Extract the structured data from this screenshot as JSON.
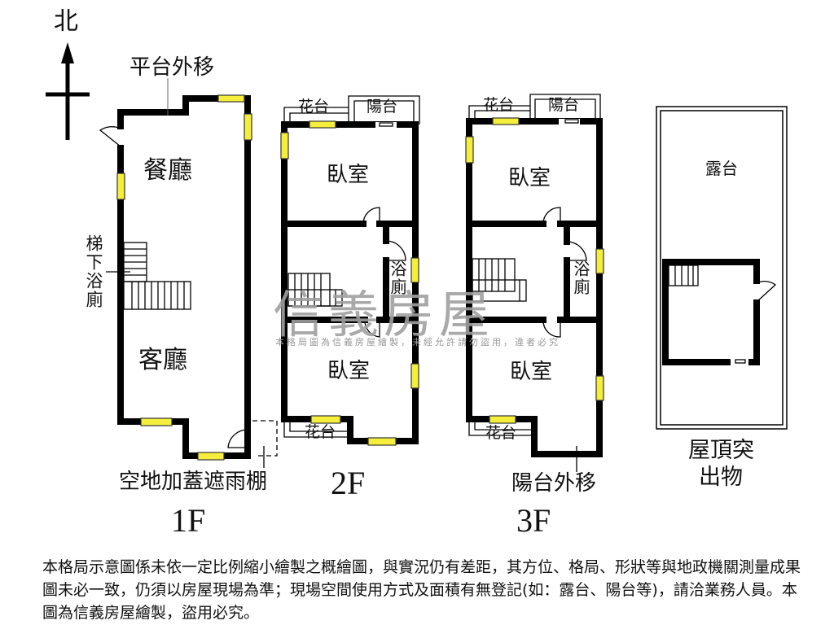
{
  "compass": {
    "label": "北",
    "icon": "north-arrow-icon"
  },
  "colors": {
    "wall": "#000000",
    "window": "#f5ef3c",
    "watermark": "#a0a0a0"
  },
  "floor_1f": {
    "label": "1F",
    "rooms": [
      "餐廳",
      "客廳"
    ],
    "annotations": {
      "platform_moved": "平台外移",
      "stair_bathroom": "梯下浴廁",
      "canopy": "空地加蓋遮雨棚"
    }
  },
  "floor_2f": {
    "label": "2F",
    "rooms": [
      "臥室",
      "浴廁",
      "臥室"
    ],
    "annotations": {
      "planter_top": "花台",
      "balcony": "陽台",
      "planter_bottom": "花台"
    }
  },
  "floor_3f": {
    "label": "3F",
    "rooms": [
      "臥室",
      "浴廁",
      "臥室"
    ],
    "annotations": {
      "planter_top": "花台",
      "balcony": "陽台",
      "planter_bottom": "花台",
      "balcony_moved": "陽台外移"
    }
  },
  "roof": {
    "terrace": "露台",
    "label_line1": "屋頂突",
    "label_line2": "出物"
  },
  "watermark": {
    "brand": "信義房屋",
    "notice": "本格局圖為信義房屋繪製，未經允許請勿盜用，違者必究"
  },
  "disclaimer": "本格局示意圖係未依一定比例縮小繪製之概繪圖，與實況仍有差距，其方位、格局、形狀等與地政機關測量成果圖未必一致，仍須以房屋現場為準；現場空間使用方式及面積有無登記(如：露台、陽台等)，請洽業務人員。本圖為信義房屋繪製，盜用必究。"
}
